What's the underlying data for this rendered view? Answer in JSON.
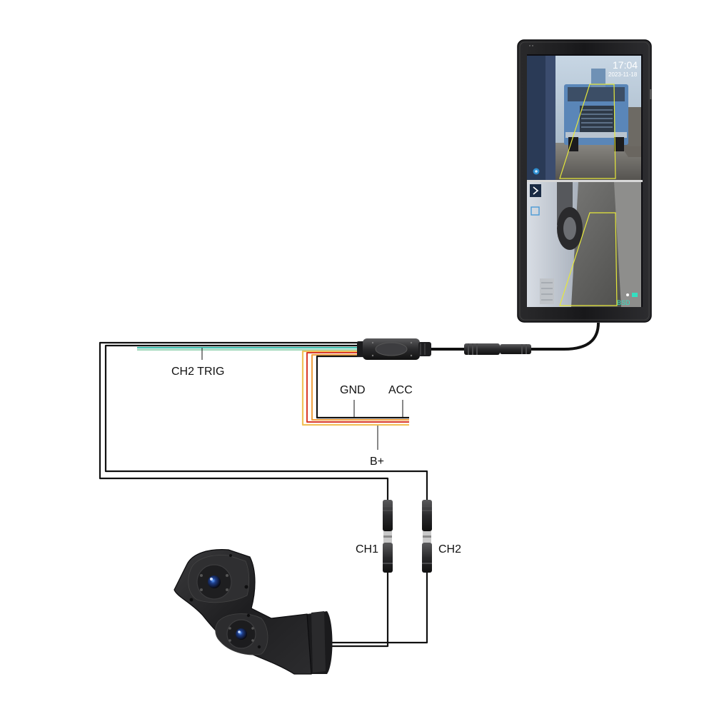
{
  "monitor": {
    "time": "17:04",
    "date": "2023-11-18",
    "status_text": "BSD"
  },
  "labels": {
    "ch2_trig": "CH2 TRIG",
    "gnd": "GND",
    "acc": "ACC",
    "b_plus": "B+",
    "ch1": "CH1",
    "ch2": "CH2"
  },
  "colors": {
    "wire_black": "#111111",
    "wire_red": "#d93a2a",
    "wire_orange": "#f0a040",
    "wire_yellow": "#f2c25a",
    "wire_teal": "#3fbfae",
    "wire_green": "#7ec8a0",
    "detection_zone": "#e6e83a"
  },
  "icons": [
    "expand-arrow-icon",
    "gallery-icon",
    "settings-icon"
  ]
}
